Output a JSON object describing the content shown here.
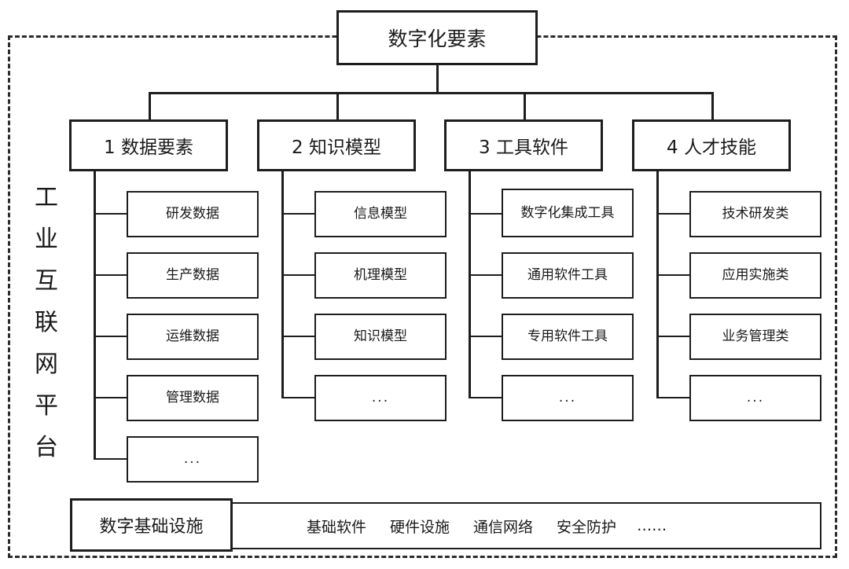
{
  "diagram": {
    "platform_label": "工业互联网平台",
    "root": {
      "label": "数字化要素"
    },
    "categories": [
      {
        "id": "data-elements",
        "label": "1 数据要素",
        "children": [
          {
            "label": "研发数据"
          },
          {
            "label": "生产数据"
          },
          {
            "label": "运维数据"
          },
          {
            "label": "管理数据"
          },
          {
            "label": "..."
          }
        ]
      },
      {
        "id": "knowledge-models",
        "label": "2 知识模型",
        "children": [
          {
            "label": "信息模型"
          },
          {
            "label": "机理模型"
          },
          {
            "label": "知识模型"
          },
          {
            "label": "..."
          }
        ]
      },
      {
        "id": "tool-software",
        "label": "3 工具软件",
        "children": [
          {
            "label": "数字化集成工具"
          },
          {
            "label": "通用软件工具"
          },
          {
            "label": "专用软件工具"
          },
          {
            "label": "..."
          }
        ]
      },
      {
        "id": "talent-skills",
        "label": "4 人才技能",
        "children": [
          {
            "label": "技术研发类"
          },
          {
            "label": "应用实施类"
          },
          {
            "label": "业务管理类"
          },
          {
            "label": "..."
          }
        ]
      }
    ],
    "infrastructure": {
      "label": "数字基础设施",
      "items": [
        "基础软件",
        "硬件设施",
        "通信网络",
        "安全防护",
        "……"
      ]
    },
    "colors": {
      "line": "#1d1d1d",
      "frame": "#2b2b2b",
      "text": "#1a1a1a",
      "background": "#ffffff"
    }
  }
}
